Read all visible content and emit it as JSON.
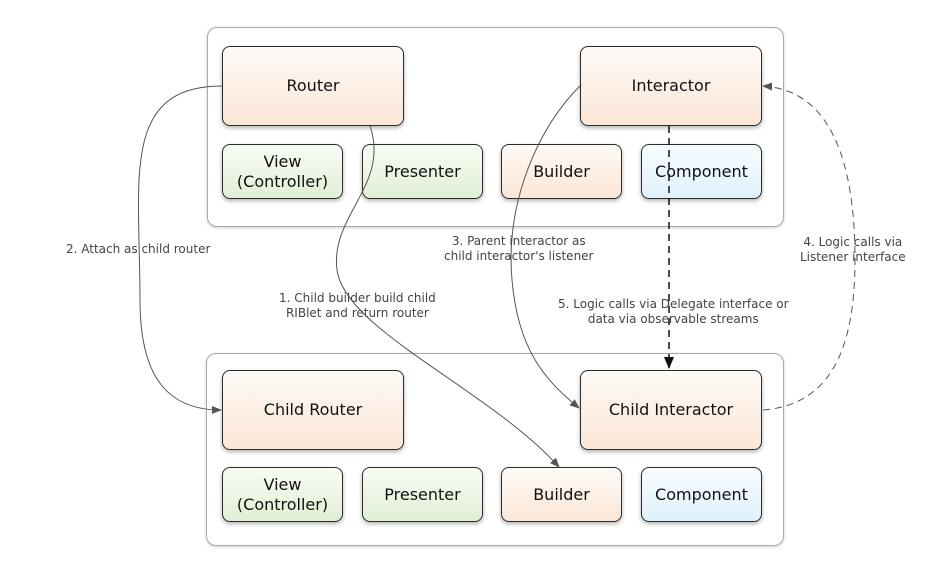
{
  "parent": {
    "router": "Router",
    "interactor": "Interactor",
    "view": "View\n(Controller)",
    "presenter": "Presenter",
    "builder": "Builder",
    "component": "Component"
  },
  "child": {
    "router": "Child Router",
    "interactor": "Child Interactor",
    "view": "View\n(Controller)",
    "presenter": "Presenter",
    "builder": "Builder",
    "component": "Component"
  },
  "edges": {
    "attach": "2. Attach as child router",
    "build": "1. Child builder build child\nRIBlet and return router",
    "listener": "3. Parent interactor as\nchild interactor's listener",
    "delegate": "5. Logic calls via Delegate interface or\ndata via observable streams",
    "listener_calls": "4. Logic calls via\nListener interface"
  },
  "colors": {
    "business_logic": "#fbe6d6",
    "view_layer": "#e1efd6",
    "dependency": "#dff1fc",
    "edge": "#555555"
  }
}
